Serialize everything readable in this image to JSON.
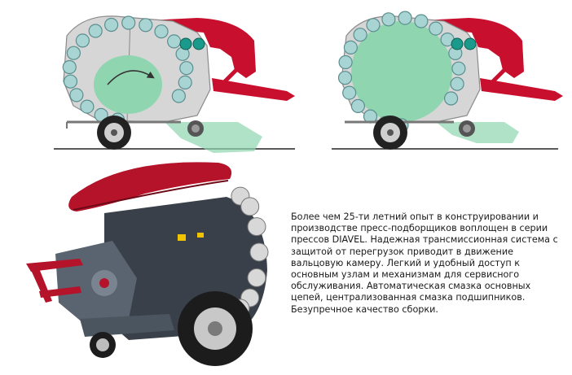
{
  "description": {
    "lines": [
      "Более чем 25-ти летний опыт в конструировании и",
      "производстве пресс-подборщиков воплощен в серии",
      "прессов DIAVEL. Надежная трансмиссионная система с",
      "защитой от перегрузок приводит в движение",
      "вальцовую камеру. Легкий и удобный доступ к",
      "основным узлам и механизмам для сервисного",
      "обслуживания. Автоматическая смазка основных",
      "цепей, централизованная смазка подшипников.",
      "Безупречное качество сборки."
    ]
  },
  "colors": {
    "chamber_gray": "#d4d4d4",
    "roller_teal": "#9fd0cf",
    "bale_green": "#8fd6b0",
    "hood_red": "#c8102e",
    "tractor_red": "#b4132a",
    "body_dark": "#3a4049",
    "ground": "#222222",
    "text": "#1a1a1a"
  },
  "icons": {
    "diagram_left": "baler-cross-section-start-icon",
    "diagram_right": "baler-cross-section-full-icon",
    "photo": "round-baler-machine-icon"
  }
}
